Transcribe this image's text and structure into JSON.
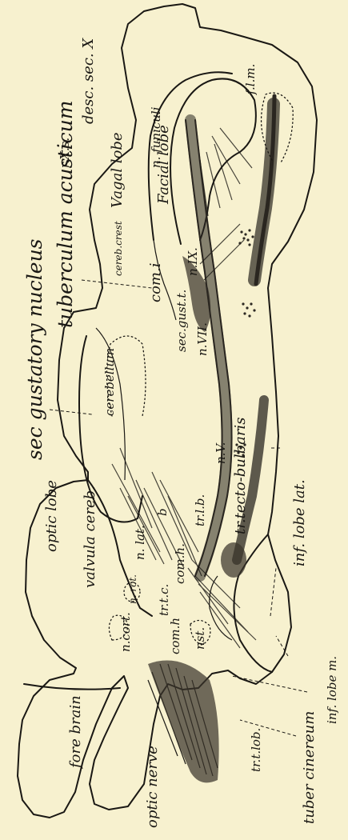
{
  "labels": {
    "sec_gustatory_nucleus": "sec gustatory nucleus",
    "tuberculum_acusticum": "tuberculum acusticum",
    "desc_sec_x": "desc. sec. X",
    "r_x_s": "r.X.s.",
    "f_l_m": "f.l.m.",
    "n_funiculi": "n. funiculi",
    "vagal_lobe": "Vagal lobe",
    "facial_lobe": "Facial lobe",
    "n_ix": "n.IX.",
    "n_vii": "n.VII.",
    "cereb_crest": "cereb.crest",
    "com_i": "com.i",
    "sec_gust_t": "sec.gust.t.",
    "cerebellum": "cerebellum",
    "tr_tecto_bulbaris": "tr.tecto-bulbaris",
    "inf_lobe_lat": "inf. lobe lat.",
    "n_v": "n.V.",
    "tr_l_b": "tr.l.b.",
    "b": "b",
    "optic_lobe": "optic lobe",
    "valvula_cereb": "valvula cereb.",
    "n_lat": "n. lat.",
    "tr_t_c": "tr.t.c.",
    "com_h_upper": "com.h.",
    "rot": "n. rot.",
    "n_cort": "n.cort.",
    "com_h_lower": "com.h",
    "n_st": "nst.",
    "inf_lobe_m": "inf. lobe m.",
    "fore_brain": "fore brain",
    "optic_nerve": "optic nerve",
    "tr_t_lob": "tr.t.lob.",
    "tuber_cinereum": "tuber cinereum"
  }
}
